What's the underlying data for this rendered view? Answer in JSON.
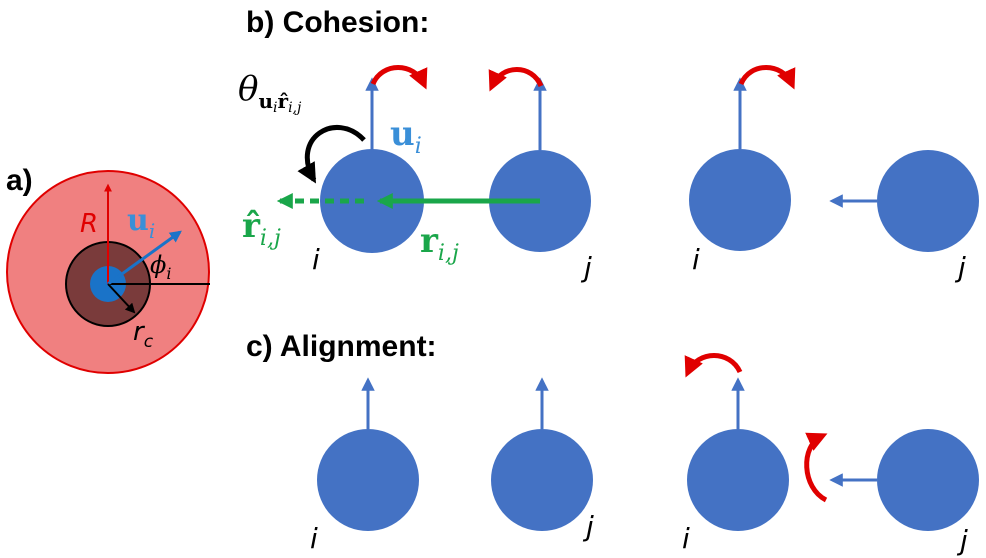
{
  "panels": {
    "a": {
      "label": "a)"
    },
    "b": {
      "label": "b) Cohesion:"
    },
    "c": {
      "label": "c) Alignment:"
    }
  },
  "panel_a": {
    "radius_label": "R",
    "velocity_label": {
      "base": "u",
      "sub": "i"
    },
    "angle_label": {
      "base": "ϕ",
      "sub": "i"
    },
    "core_radius_label": {
      "base": "r",
      "sub": "c"
    }
  },
  "panel_b": {
    "theta_label": {
      "base": "θ",
      "sub": "u",
      "sub_i": "i",
      "sub_hat": "r̂",
      "sub_ij": "i,j"
    },
    "velocity_label": {
      "base": "u",
      "sub": "i"
    },
    "unit_vector_label": {
      "base": "r̂",
      "sub": "i,j"
    },
    "distance_label": {
      "base": "r",
      "sub": "i,j"
    },
    "particle_i": "i",
    "particle_j": "j"
  },
  "panel_c": {
    "particle_i": "i",
    "particle_j": "j"
  },
  "colors": {
    "particle": "#4472c4",
    "arrow_blue": "#4472c4",
    "arrow_red": "#e00000",
    "arrow_green": "#1aa64a",
    "zone_outer": "#f08080",
    "zone_outer_stroke": "#e00000",
    "zone_core": "#7a3b3b",
    "zone_center": "#1a73c8",
    "label_blue": "#3a8fd8",
    "label_green": "#1aa64a",
    "label_red": "#e00000"
  }
}
